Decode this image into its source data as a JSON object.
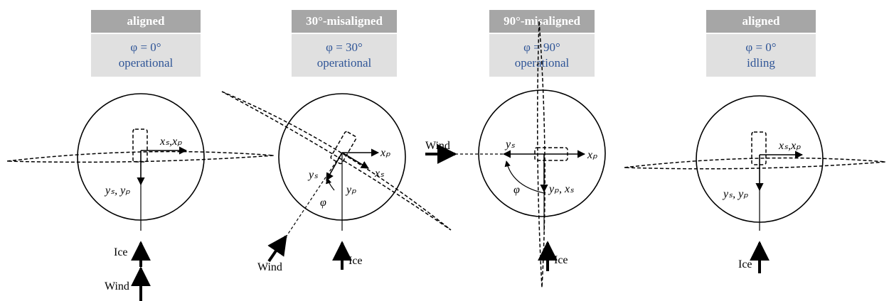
{
  "panels": [
    {
      "header": "aligned",
      "phi": "φ = 0°",
      "state": "operational",
      "axis_top": "xₛ,xₚ",
      "axis_bottom": "yₛ, yₚ",
      "ice_label": "Ice",
      "wind_label": "Wind"
    },
    {
      "header": "30°-misaligned",
      "phi": "φ = 30°",
      "state": "operational",
      "axis_xp": "xₚ",
      "axis_xs": "xₛ",
      "axis_ys": "yₛ",
      "axis_yp": "yₚ",
      "angle": "φ",
      "ice_label": "Ice",
      "wind_label": "Wind"
    },
    {
      "header": "90°-misaligned",
      "phi": "φ = 90°",
      "state": "operational",
      "axis_xp": "xₚ",
      "axis_ys": "yₛ",
      "axis_yp_xs": "yₚ, xₛ",
      "angle": "φ",
      "ice_label": "Ice",
      "wind_label": "Wind"
    },
    {
      "header": "aligned",
      "phi": "φ = 0°",
      "state": "idling",
      "axis_top": "xₛ,xₚ",
      "axis_bottom": "yₛ, yₚ",
      "ice_label": "Ice"
    }
  ],
  "colors": {
    "header_bg": "#a6a6a6",
    "condition_bg": "#e0e0e0",
    "condition_text": "#2f5597"
  }
}
